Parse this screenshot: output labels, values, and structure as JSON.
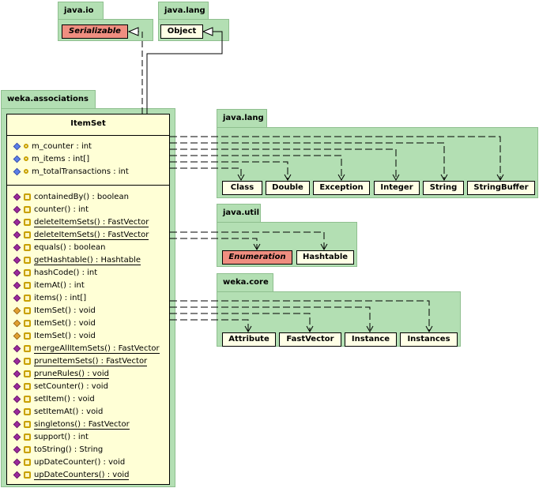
{
  "packages": {
    "java_io": {
      "name": "java.io",
      "members": [
        {
          "label": "Serializable",
          "kind": "interface"
        }
      ]
    },
    "java_lang_top": {
      "name": "java.lang",
      "members": [
        {
          "label": "Object",
          "kind": "class"
        }
      ]
    },
    "weka_associations": {
      "name": "weka.associations"
    },
    "java_lang_right": {
      "name": "java.lang",
      "members": [
        "Class",
        "Double",
        "Exception",
        "Integer",
        "String",
        "StringBuffer"
      ]
    },
    "java_util": {
      "name": "java.util",
      "members": [
        {
          "label": "Enumeration",
          "kind": "interface"
        },
        {
          "label": "Hashtable",
          "kind": "class"
        }
      ]
    },
    "weka_core": {
      "name": "weka.core",
      "members": [
        "Attribute",
        "FastVector",
        "Instance",
        "Instances"
      ]
    }
  },
  "itemset": {
    "title": "ItemSet",
    "fields": [
      "m_counter : int",
      "m_items : int[]",
      "m_totalTransactions : int"
    ],
    "methods": [
      {
        "text": "containedBy() : boolean",
        "icon": "method",
        "underline": false
      },
      {
        "text": "counter() : int",
        "icon": "method",
        "underline": false
      },
      {
        "text": "deleteItemSets() : FastVector",
        "icon": "method",
        "underline": true
      },
      {
        "text": "deleteItemSets() : FastVector",
        "icon": "method",
        "underline": true
      },
      {
        "text": "equals() : boolean",
        "icon": "method",
        "underline": false
      },
      {
        "text": "getHashtable() : Hashtable",
        "icon": "method",
        "underline": true
      },
      {
        "text": "hashCode() : int",
        "icon": "method",
        "underline": false
      },
      {
        "text": "itemAt() : int",
        "icon": "method",
        "underline": false
      },
      {
        "text": "items() : int[]",
        "icon": "method",
        "underline": false
      },
      {
        "text": "ItemSet() : void",
        "icon": "ctor",
        "underline": false
      },
      {
        "text": "ItemSet() : void",
        "icon": "ctor",
        "underline": false
      },
      {
        "text": "ItemSet() : void",
        "icon": "ctor",
        "underline": false
      },
      {
        "text": "mergeAllItemSets() : FastVector",
        "icon": "method",
        "underline": true
      },
      {
        "text": "pruneItemSets() : FastVector",
        "icon": "method",
        "underline": true
      },
      {
        "text": "pruneRules() : void",
        "icon": "method",
        "underline": true
      },
      {
        "text": "setCounter() : void",
        "icon": "method",
        "underline": false
      },
      {
        "text": "setItem() : void",
        "icon": "method",
        "underline": false
      },
      {
        "text": "setItemAt() : void",
        "icon": "method",
        "underline": false
      },
      {
        "text": "singletons() : FastVector",
        "icon": "method",
        "underline": true
      },
      {
        "text": "support() : int",
        "icon": "method",
        "underline": false
      },
      {
        "text": "toString() : String",
        "icon": "method",
        "underline": false
      },
      {
        "text": "upDateCounter() : void",
        "icon": "method",
        "underline": false
      },
      {
        "text": "upDateCounters() : void",
        "icon": "method",
        "underline": true
      }
    ]
  },
  "colors": {
    "package_fill": "#b3dfb3",
    "class_fill": "#ffffd6",
    "interface_fill": "#ef8e80"
  }
}
